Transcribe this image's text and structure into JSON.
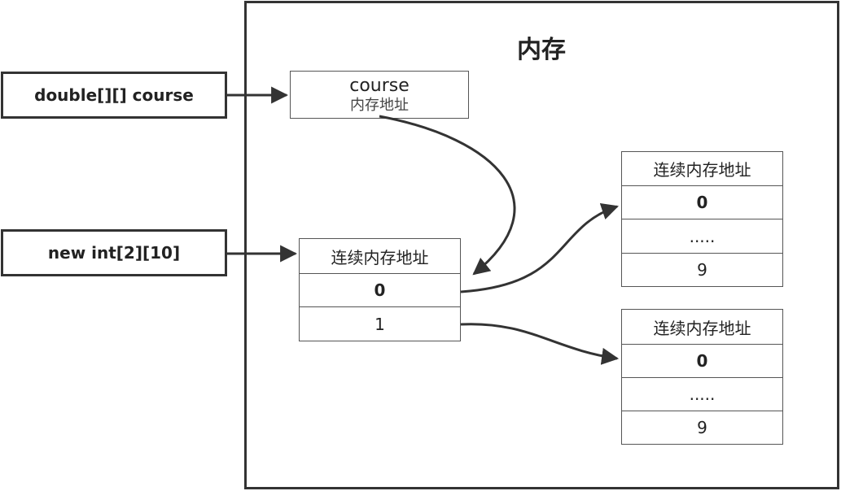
{
  "memory": {
    "title": "内存"
  },
  "variables": {
    "declaration": "double[][] course",
    "allocation": "new int[2][10]"
  },
  "course_box": {
    "name": "course",
    "address_label": "内存地址"
  },
  "outer_array": {
    "header": "连续内存地址",
    "rows": [
      "0",
      "1"
    ]
  },
  "inner_array_top": {
    "header": "连续内存地址",
    "rows": [
      "0",
      ".....",
      "9"
    ]
  },
  "inner_array_bottom": {
    "header": "连续内存地址",
    "rows": [
      "0",
      ".....",
      "9"
    ]
  }
}
